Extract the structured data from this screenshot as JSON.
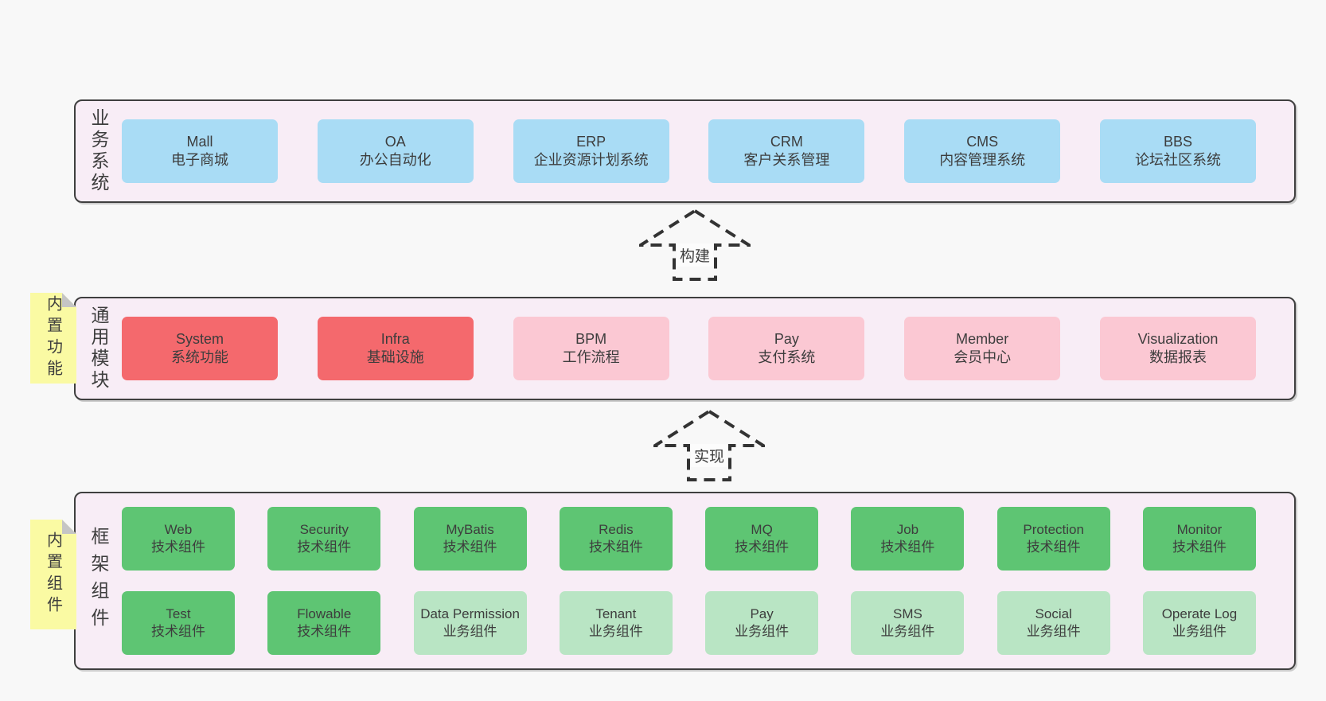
{
  "canvas": {
    "bg": "#f8f8f8"
  },
  "colors": {
    "canvas_bg": "#f8f8f8",
    "band_bg": "#f8edf6",
    "band_border": "#3f3f3f",
    "blue": "#a9dcf5",
    "red": "#f4696d",
    "pink": "#fbc8d3",
    "green": "#5ec573",
    "green_light": "#b9e5c4",
    "sticky_yellow": "#fafaa3",
    "sticky_fold": "#c5c5c5",
    "text": "#3d3d3d"
  },
  "arrows": [
    {
      "id": "build",
      "label": "构建"
    },
    {
      "id": "implement",
      "label": "实现"
    }
  ],
  "bands": [
    {
      "id": "business-systems",
      "label": "业务系统",
      "sticky": null,
      "rows": [
        [
          {
            "title": "Mall",
            "subtitle": "电子商城",
            "variant": "blue"
          },
          {
            "title": "OA",
            "subtitle": "办公自动化",
            "variant": "blue"
          },
          {
            "title": "ERP",
            "subtitle": "企业资源计划系统",
            "variant": "blue"
          },
          {
            "title": "CRM",
            "subtitle": "客户关系管理",
            "variant": "blue"
          },
          {
            "title": "CMS",
            "subtitle": "内容管理系统",
            "variant": "blue"
          },
          {
            "title": "BBS",
            "subtitle": "论坛社区系统",
            "variant": "blue"
          }
        ]
      ]
    },
    {
      "id": "common-modules",
      "label": "通用模块",
      "sticky": "内置功能",
      "rows": [
        [
          {
            "title": "System",
            "subtitle": "系统功能",
            "variant": "red"
          },
          {
            "title": "Infra",
            "subtitle": "基础设施",
            "variant": "red"
          },
          {
            "title": "BPM",
            "subtitle": "工作流程",
            "variant": "pink"
          },
          {
            "title": "Pay",
            "subtitle": "支付系统",
            "variant": "pink"
          },
          {
            "title": "Member",
            "subtitle": "会员中心",
            "variant": "pink"
          },
          {
            "title": "Visualization",
            "subtitle": "数据报表",
            "variant": "pink"
          }
        ]
      ]
    },
    {
      "id": "framework-components",
      "label": "框架组件",
      "sticky": "内置组件",
      "rows": [
        [
          {
            "title": "Web",
            "subtitle": "技术组件",
            "variant": "green"
          },
          {
            "title": "Security",
            "subtitle": "技术组件",
            "variant": "green"
          },
          {
            "title": "MyBatis",
            "subtitle": "技术组件",
            "variant": "green"
          },
          {
            "title": "Redis",
            "subtitle": "技术组件",
            "variant": "green"
          },
          {
            "title": "MQ",
            "subtitle": "技术组件",
            "variant": "green"
          },
          {
            "title": "Job",
            "subtitle": "技术组件",
            "variant": "green"
          },
          {
            "title": "Protection",
            "subtitle": "技术组件",
            "variant": "green"
          },
          {
            "title": "Monitor",
            "subtitle": "技术组件",
            "variant": "green"
          }
        ],
        [
          {
            "title": "Test",
            "subtitle": "技术组件",
            "variant": "green"
          },
          {
            "title": "Flowable",
            "subtitle": "技术组件",
            "variant": "green"
          },
          {
            "title": "Data Permission",
            "subtitle": "业务组件",
            "variant": "green-light"
          },
          {
            "title": "Tenant",
            "subtitle": "业务组件",
            "variant": "green-light"
          },
          {
            "title": "Pay",
            "subtitle": "业务组件",
            "variant": "green-light"
          },
          {
            "title": "SMS",
            "subtitle": "业务组件",
            "variant": "green-light"
          },
          {
            "title": "Social",
            "subtitle": "业务组件",
            "variant": "green-light"
          },
          {
            "title": "Operate Log",
            "subtitle": "业务组件",
            "variant": "green-light"
          }
        ]
      ]
    }
  ]
}
